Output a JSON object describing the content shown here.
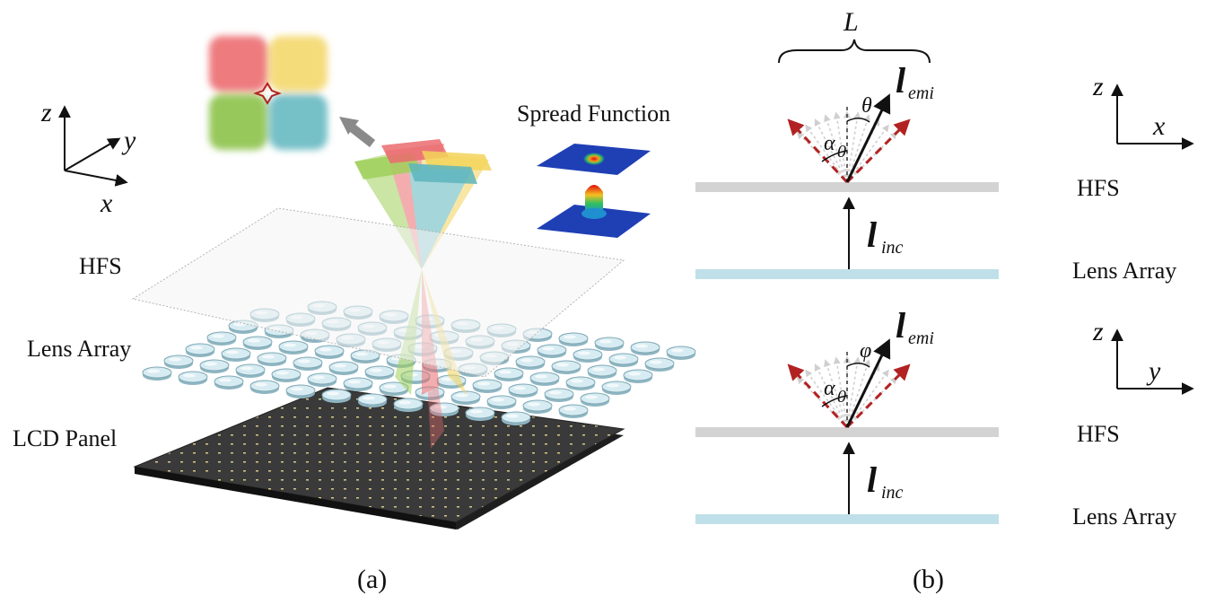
{
  "panel_a": {
    "caption": "(a)",
    "labels": {
      "hfs": "HFS",
      "lens_array": "Lens Array",
      "lcd_panel": "LCD Panel",
      "spread_function": "Spread Function"
    },
    "axes": {
      "z": "z",
      "y": "y",
      "x": "x"
    },
    "colors": {
      "red": "#ea5a5f",
      "yellow": "#f3d35a",
      "green": "#8cc24a",
      "cyan": "#5db5bd",
      "lens": "#cfe7ef",
      "lcd": "#3a3a3a",
      "psf_base": "#1f3fb5"
    }
  },
  "panel_b": {
    "caption": "(b)",
    "brace_label": "L",
    "top": {
      "axes": {
        "vertical": "z",
        "horizontal": "x"
      },
      "angle_symbol": "θ",
      "alpha_symbol": "α",
      "alpha_sub": "0",
      "l_symbol": "l",
      "emi_sub": "emi",
      "inc_sub": "inc",
      "hfs": "HFS",
      "lens_array": "Lens Array"
    },
    "bottom": {
      "axes": {
        "vertical": "z",
        "horizontal": "y"
      },
      "angle_symbol": "φ",
      "alpha_symbol": "α",
      "alpha_sub": "0",
      "l_symbol": "l",
      "emi_sub": "emi",
      "inc_sub": "inc",
      "hfs": "HFS",
      "lens_array": "Lens Array"
    },
    "colors": {
      "hfs_bar": "#d3d3d3",
      "lens_bar": "#bfe0e8",
      "dashed": "#b22222",
      "fan": "#c8c8c8"
    }
  }
}
